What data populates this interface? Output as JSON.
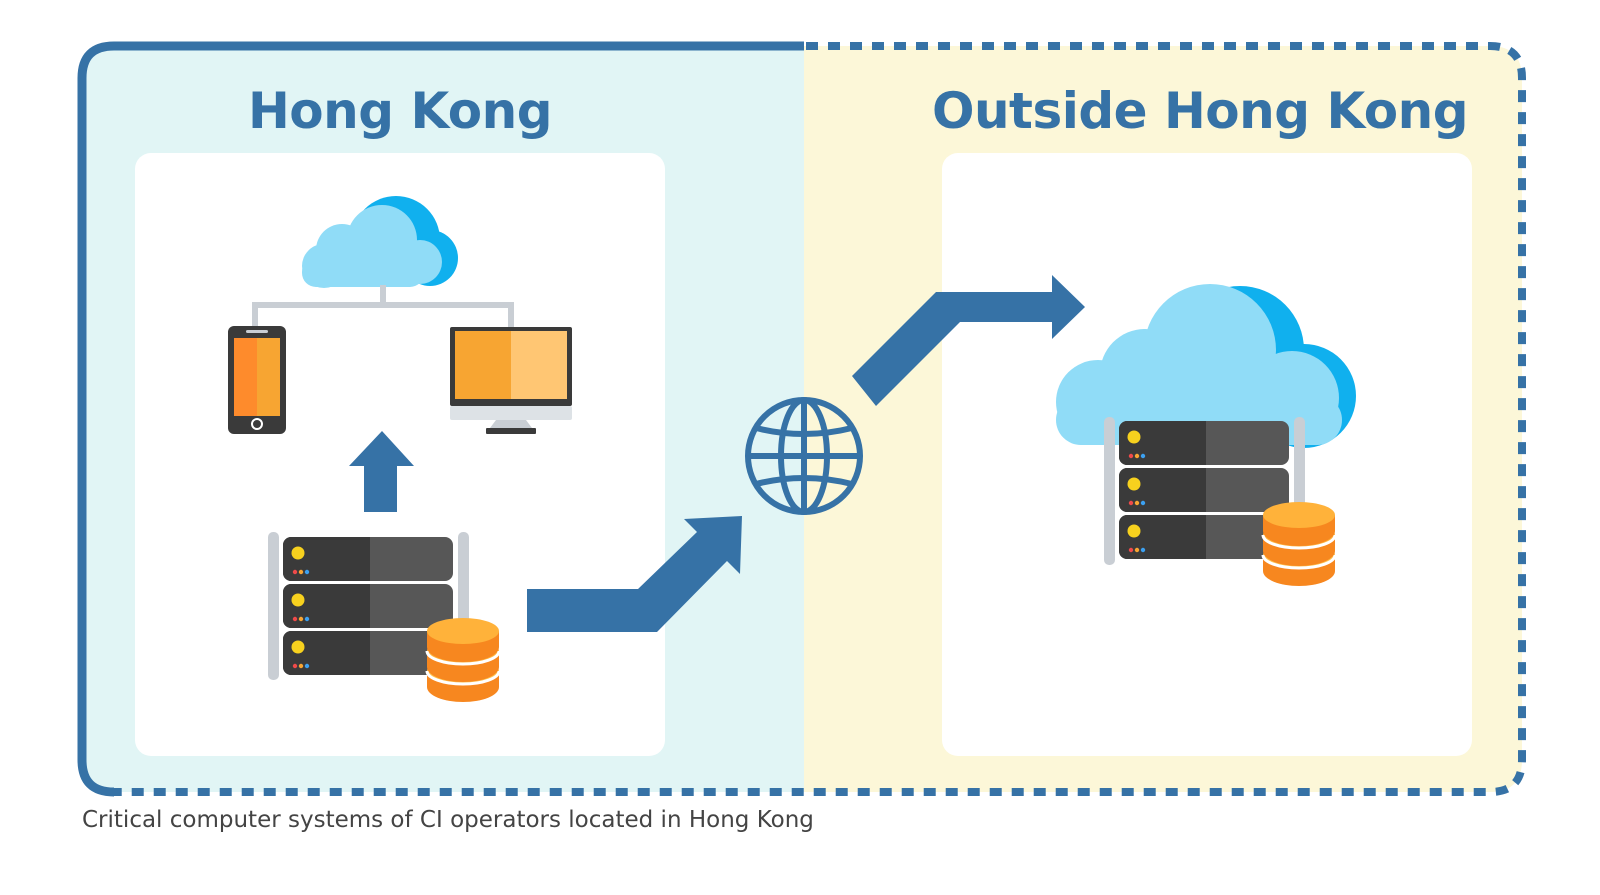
{
  "regions": {
    "hong_kong": {
      "title": "Hong Kong"
    },
    "outside": {
      "title": "Outside Hong Kong"
    }
  },
  "caption": "Critical computer systems of CI operators located in Hong Kong",
  "icons": {
    "cloud": "cloud-icon",
    "phone": "smartphone-icon",
    "monitor": "desktop-monitor-icon",
    "server": "server-rack-icon",
    "database": "database-stack-icon",
    "globe": "globe-icon",
    "arrow": "arrow-icon"
  },
  "colors": {
    "brand_blue": "#3672a6",
    "hk_background": "#e1f5f5",
    "outside_background": "#fcf7d8",
    "panel": "#ffffff",
    "cloud_light": "#90dcf7",
    "cloud_accent": "#10b0ee",
    "server_dark": "#3a3a3a",
    "server_light": "#575757",
    "coin_orange": "#f7a532",
    "phone_orange": "#fe8b2c",
    "caption_text": "#444444"
  }
}
